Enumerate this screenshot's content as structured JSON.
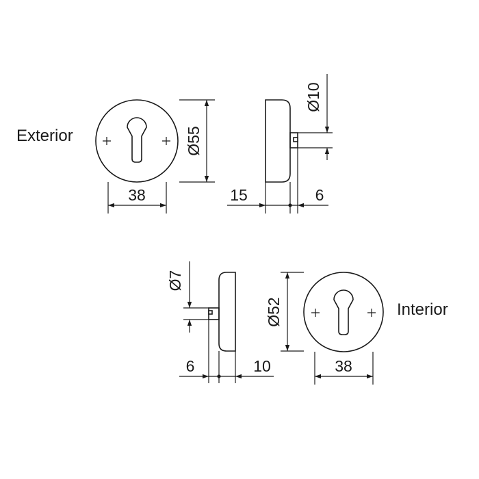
{
  "labels": {
    "exterior": "Exterior",
    "interior": "Interior"
  },
  "dimensions": {
    "exterior_front_width": "38",
    "exterior_diameter": "Ø55",
    "exterior_side_depth": "15",
    "exterior_pin_length": "6",
    "exterior_pin_diameter": "Ø10",
    "interior_pin_diameter": "Ø7",
    "interior_pin_length": "6",
    "interior_side_depth": "10",
    "interior_diameter": "Ø52",
    "interior_front_width": "38"
  },
  "colors": {
    "line": "#1a1a1a",
    "background": "#ffffff"
  }
}
